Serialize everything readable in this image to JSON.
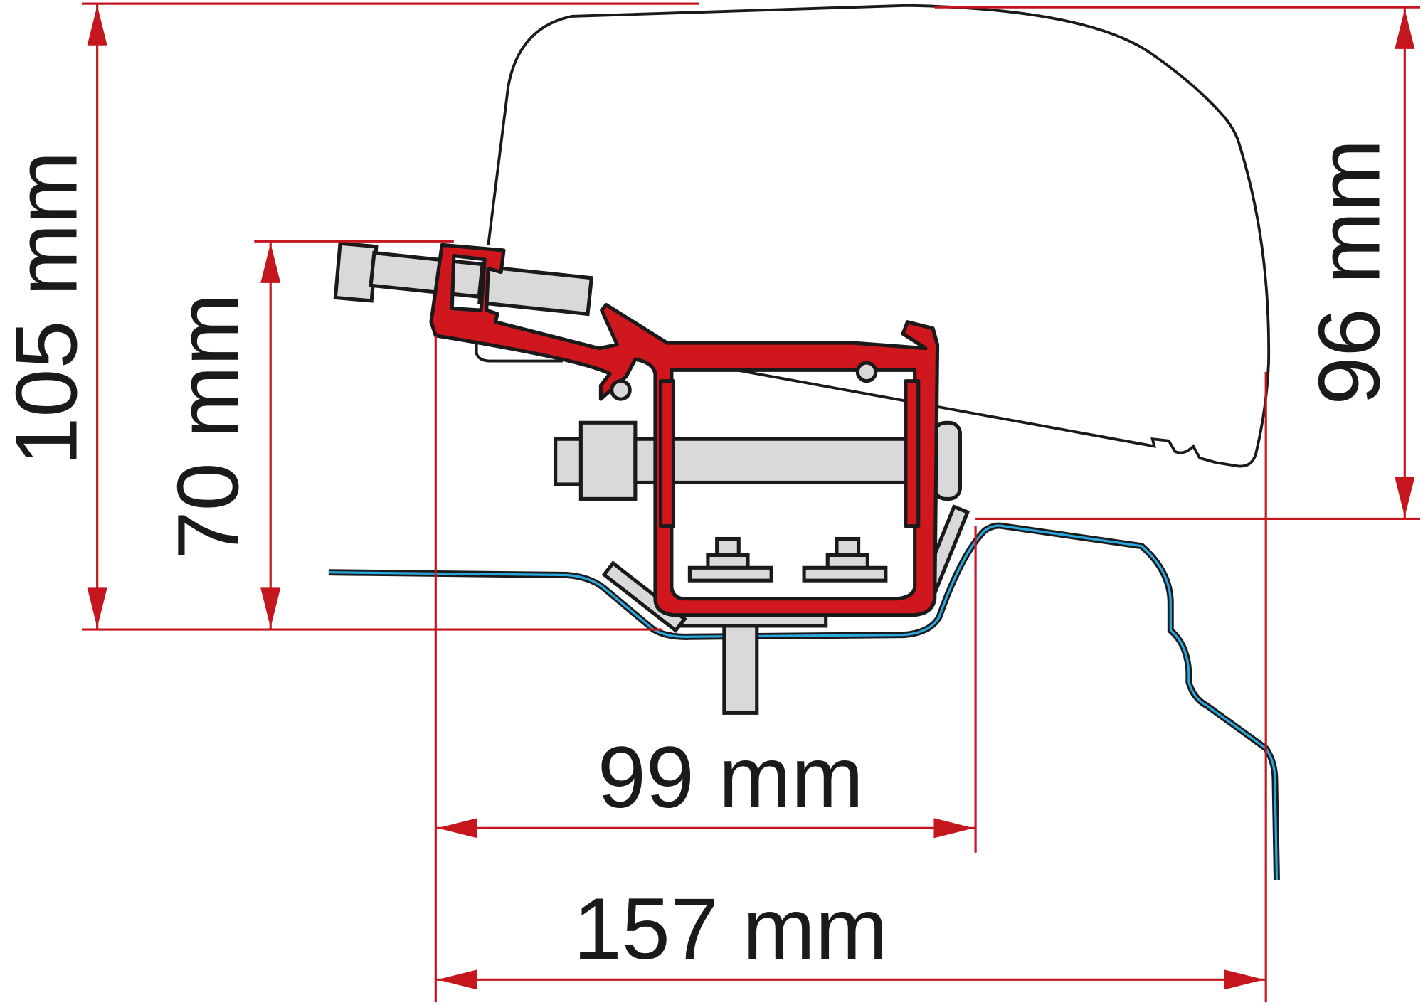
{
  "title": "Awning bracket mounting dimensions",
  "dimensions": {
    "overall_height": "105 mm",
    "bracket_height": "70 mm",
    "awning_height": "96 mm",
    "inner_width": "99 mm",
    "overall_width": "157 mm"
  },
  "colors": {
    "dimension": "#c4161c",
    "bracket": "#d0171d",
    "roof_accent": "#29a8e0",
    "bolt": "#d9d9d9"
  }
}
